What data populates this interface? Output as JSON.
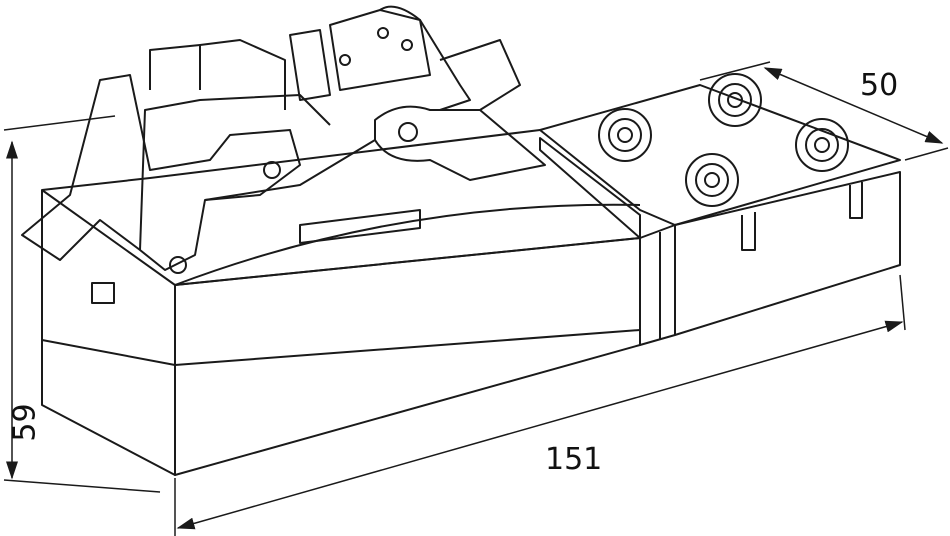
{
  "dimensions": {
    "height": "59",
    "length": "151",
    "depth": "50"
  },
  "colors": {
    "line": "#1a1a1a",
    "background": "#ffffff"
  }
}
